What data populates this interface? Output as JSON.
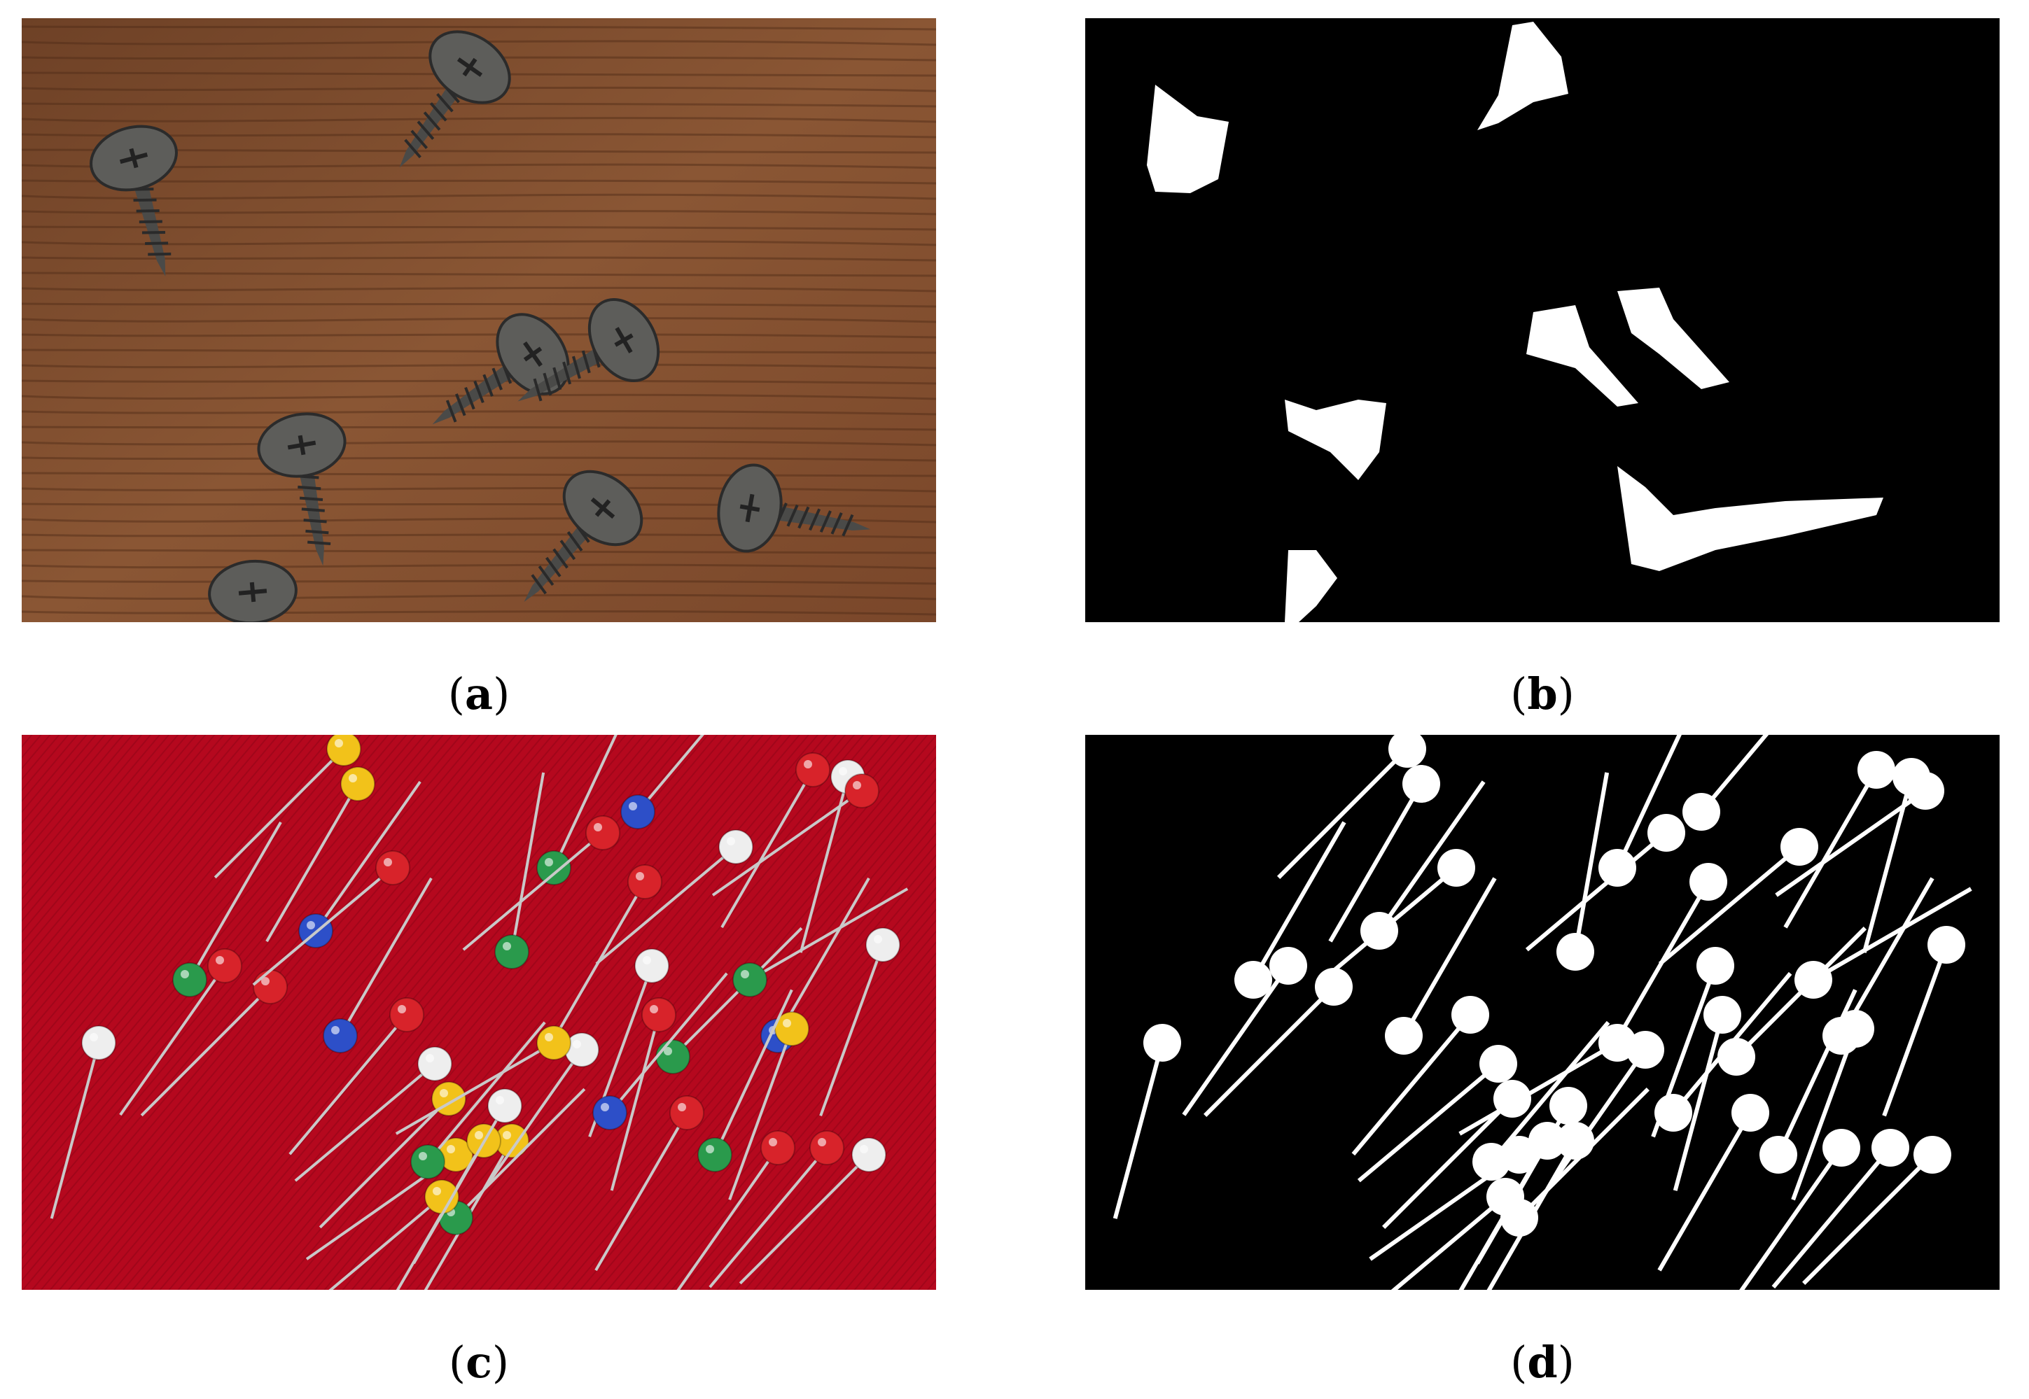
{
  "figure": {
    "panels": [
      {
        "id": "a",
        "label": "a",
        "content": "photo"
      },
      {
        "id": "b",
        "label": "b",
        "content": "mask"
      },
      {
        "id": "c",
        "label": "c",
        "content": "photo"
      },
      {
        "id": "d",
        "label": "d",
        "content": "mask"
      }
    ]
  },
  "colors": {
    "wood": "#7a4a2c",
    "wood_dark": "#4e2a16",
    "fabric": "#b5081e",
    "fabric_dark": "#8e0416",
    "mask_bg": "#000000",
    "mask_fg": "#ffffff",
    "pin_colors": [
      "#d8232a",
      "#2a9a4c",
      "#f2c21a",
      "#2d4fc8",
      "#eeeeee"
    ]
  }
}
